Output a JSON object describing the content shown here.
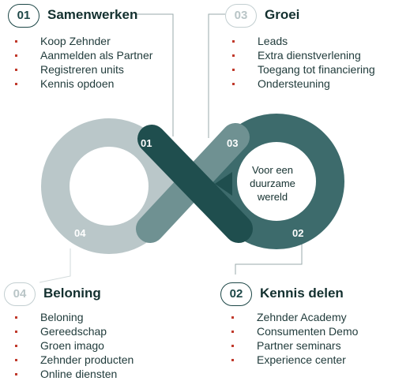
{
  "sections": [
    {
      "number": "01",
      "title": "Samenwerken",
      "items": [
        "Koop Zehnder",
        "Aanmelden als Partner",
        "Registreren units",
        "Kennis opdoen"
      ]
    },
    {
      "number": "03",
      "title": "Groei",
      "items": [
        "Leads",
        "Extra dienstverlening",
        "Toegang tot financiering",
        "Ondersteuning"
      ]
    },
    {
      "number": "04",
      "title": "Beloning",
      "items": [
        "Beloning",
        "Gereedschap",
        "Groen imago",
        "Zehnder producten",
        "Online diensten"
      ]
    },
    {
      "number": "02",
      "title": "Kennis delen",
      "items": [
        "Zehnder Academy",
        "Consumenten Demo",
        "Partner seminars",
        "Experience center"
      ]
    }
  ],
  "diagram": {
    "loop_labels": [
      "01",
      "02",
      "03",
      "04"
    ],
    "center_text": [
      "Voor een",
      "duurzame",
      "wereld"
    ]
  },
  "colors": {
    "dark_teal": "#1f4e4e",
    "mid_teal": "#3b6a6b",
    "light_grey": "#bac7c9",
    "grey_teal": "#6d8f90",
    "bullet": "#c0392b"
  }
}
